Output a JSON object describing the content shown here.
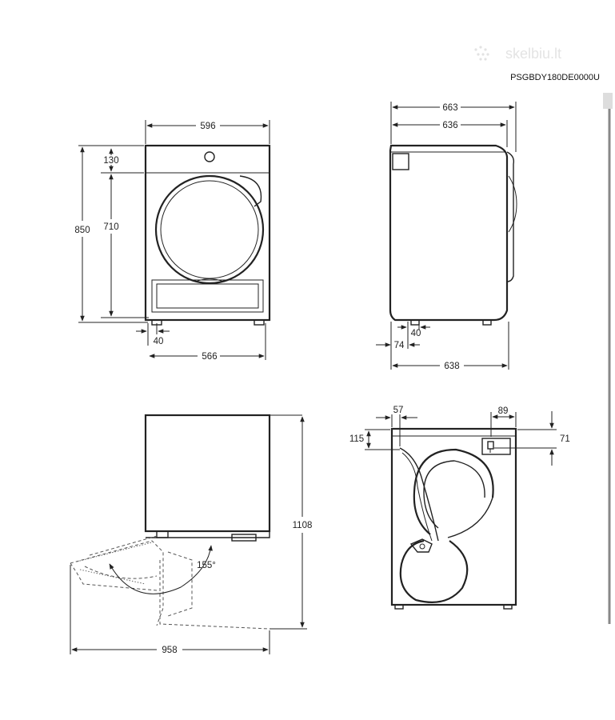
{
  "watermark": "skelbiu.lt",
  "model_code": "PSGBDY180DE0000U",
  "icons": {
    "watermark": "dotted-grid-icon"
  },
  "front_view": {
    "width": "596",
    "height_total": "850",
    "top_panel": "130",
    "door_height": "710",
    "foot_inset": "40",
    "foot_span": "566"
  },
  "side_view": {
    "depth_overall": "663",
    "depth_body": "636",
    "foot_offset": "40",
    "rear_offset": "74",
    "depth_base": "638"
  },
  "door_open_view": {
    "open_angle": "155°",
    "height_open": "1108",
    "width_open": "958"
  },
  "rear_view": {
    "hose_offset": "57",
    "hose_height": "115",
    "outlet_offset": "89",
    "outlet_height": "71"
  }
}
